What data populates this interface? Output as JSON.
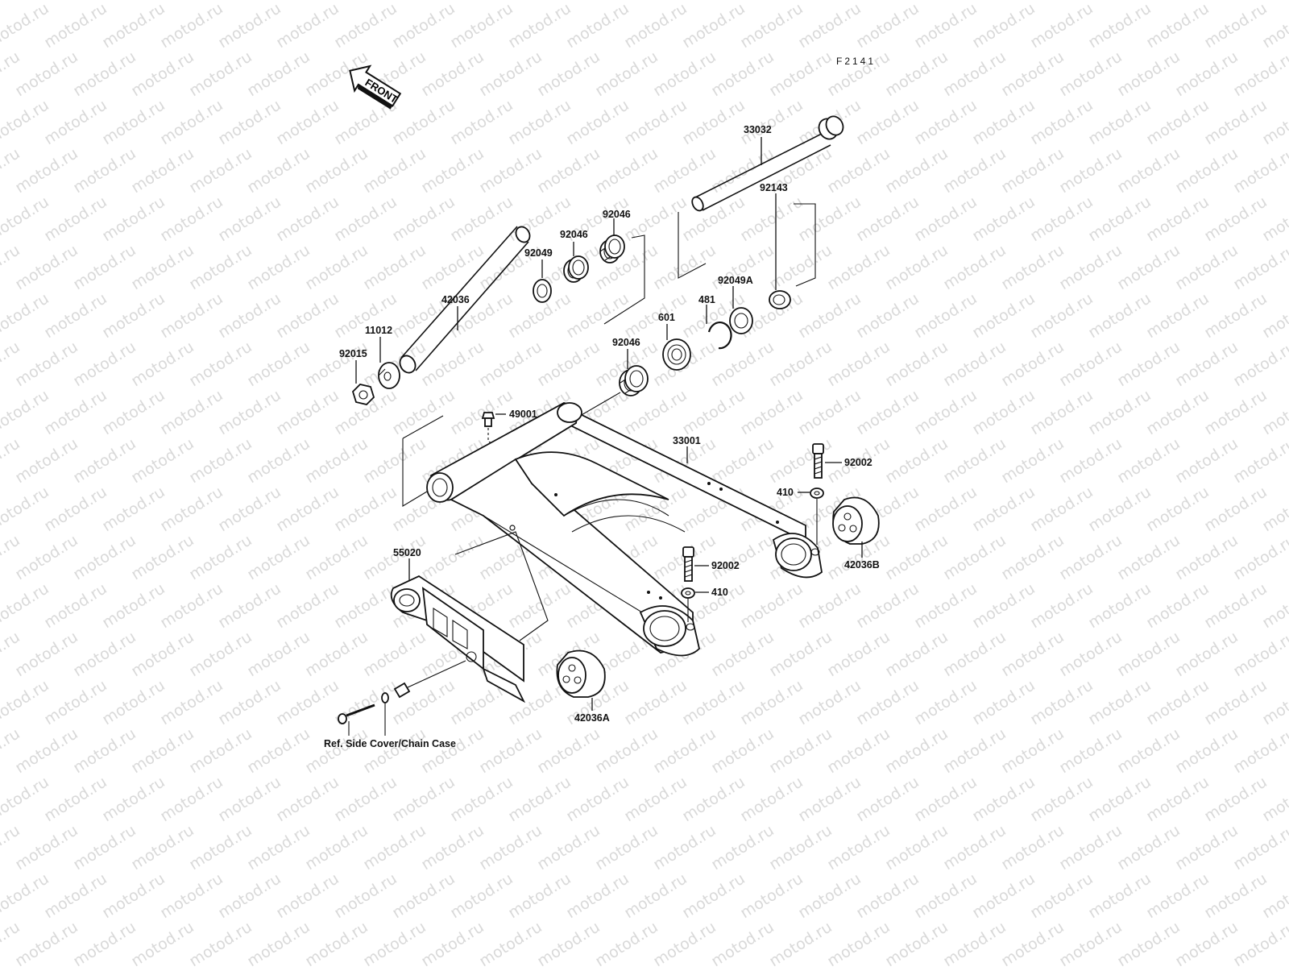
{
  "diagram": {
    "code": "F2141",
    "front_label": "FRONT",
    "watermark": "motod.ru",
    "labels": {
      "p33032": "33032",
      "p92046a": "92046",
      "p92046b": "92046",
      "p92049": "92049",
      "p42036": "42036",
      "p11012": "11012",
      "p92015": "92015",
      "p92143": "92143",
      "p92049A": "92049A",
      "p481": "481",
      "p601": "601",
      "p92046c": "92046",
      "p49001": "49001",
      "p33001": "33001",
      "p92002a": "92002",
      "p410a": "410",
      "p42036B": "42036B",
      "p92002b": "92002",
      "p410b": "410",
      "p55020": "55020",
      "p42036A": "42036A",
      "ref": "Ref. Side Cover/Chain Case"
    }
  }
}
